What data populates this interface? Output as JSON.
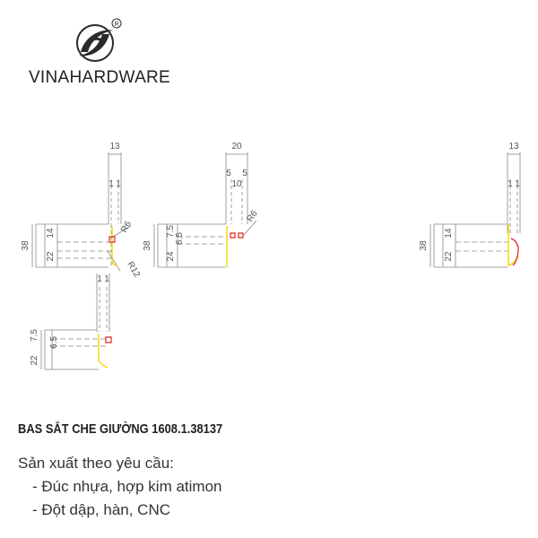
{
  "brand": {
    "name": "VINAHARDWARE",
    "registered_mark": "R"
  },
  "product": {
    "title": "BAS SẮT CHE GIƯỜNG 1608.1.38137",
    "intro": "Sản xuất theo yêu cầu:",
    "methods": [
      "- Đúc nhựa, hợp kim atimon",
      "- Đột dập, hàn, CNC"
    ]
  },
  "drawing": {
    "views": [
      {
        "top_dim": "13",
        "top_sub": [
          "1",
          "1"
        ],
        "heights": [
          "38",
          "22",
          "14"
        ],
        "radii": [
          "R12",
          "R6"
        ]
      },
      {
        "top_dim": "20",
        "top_sub": [
          "5",
          "10",
          "5"
        ],
        "heights": [
          "38",
          "24",
          "7.5",
          "6.5"
        ],
        "radii": [
          "R6"
        ]
      },
      {
        "top_dim": "13",
        "top_sub": [
          "1",
          "1"
        ],
        "heights": [
          "38",
          "22",
          "14"
        ]
      },
      {
        "top_dim": "",
        "top_sub": [
          "1",
          "1"
        ],
        "heights": [
          "22",
          "7.5",
          "6.5"
        ]
      }
    ]
  },
  "colors": {
    "profile_yellow": "#f2d500",
    "accent_red": "#e0261b",
    "line_gray": "#888888",
    "text_dark": "#222222"
  }
}
